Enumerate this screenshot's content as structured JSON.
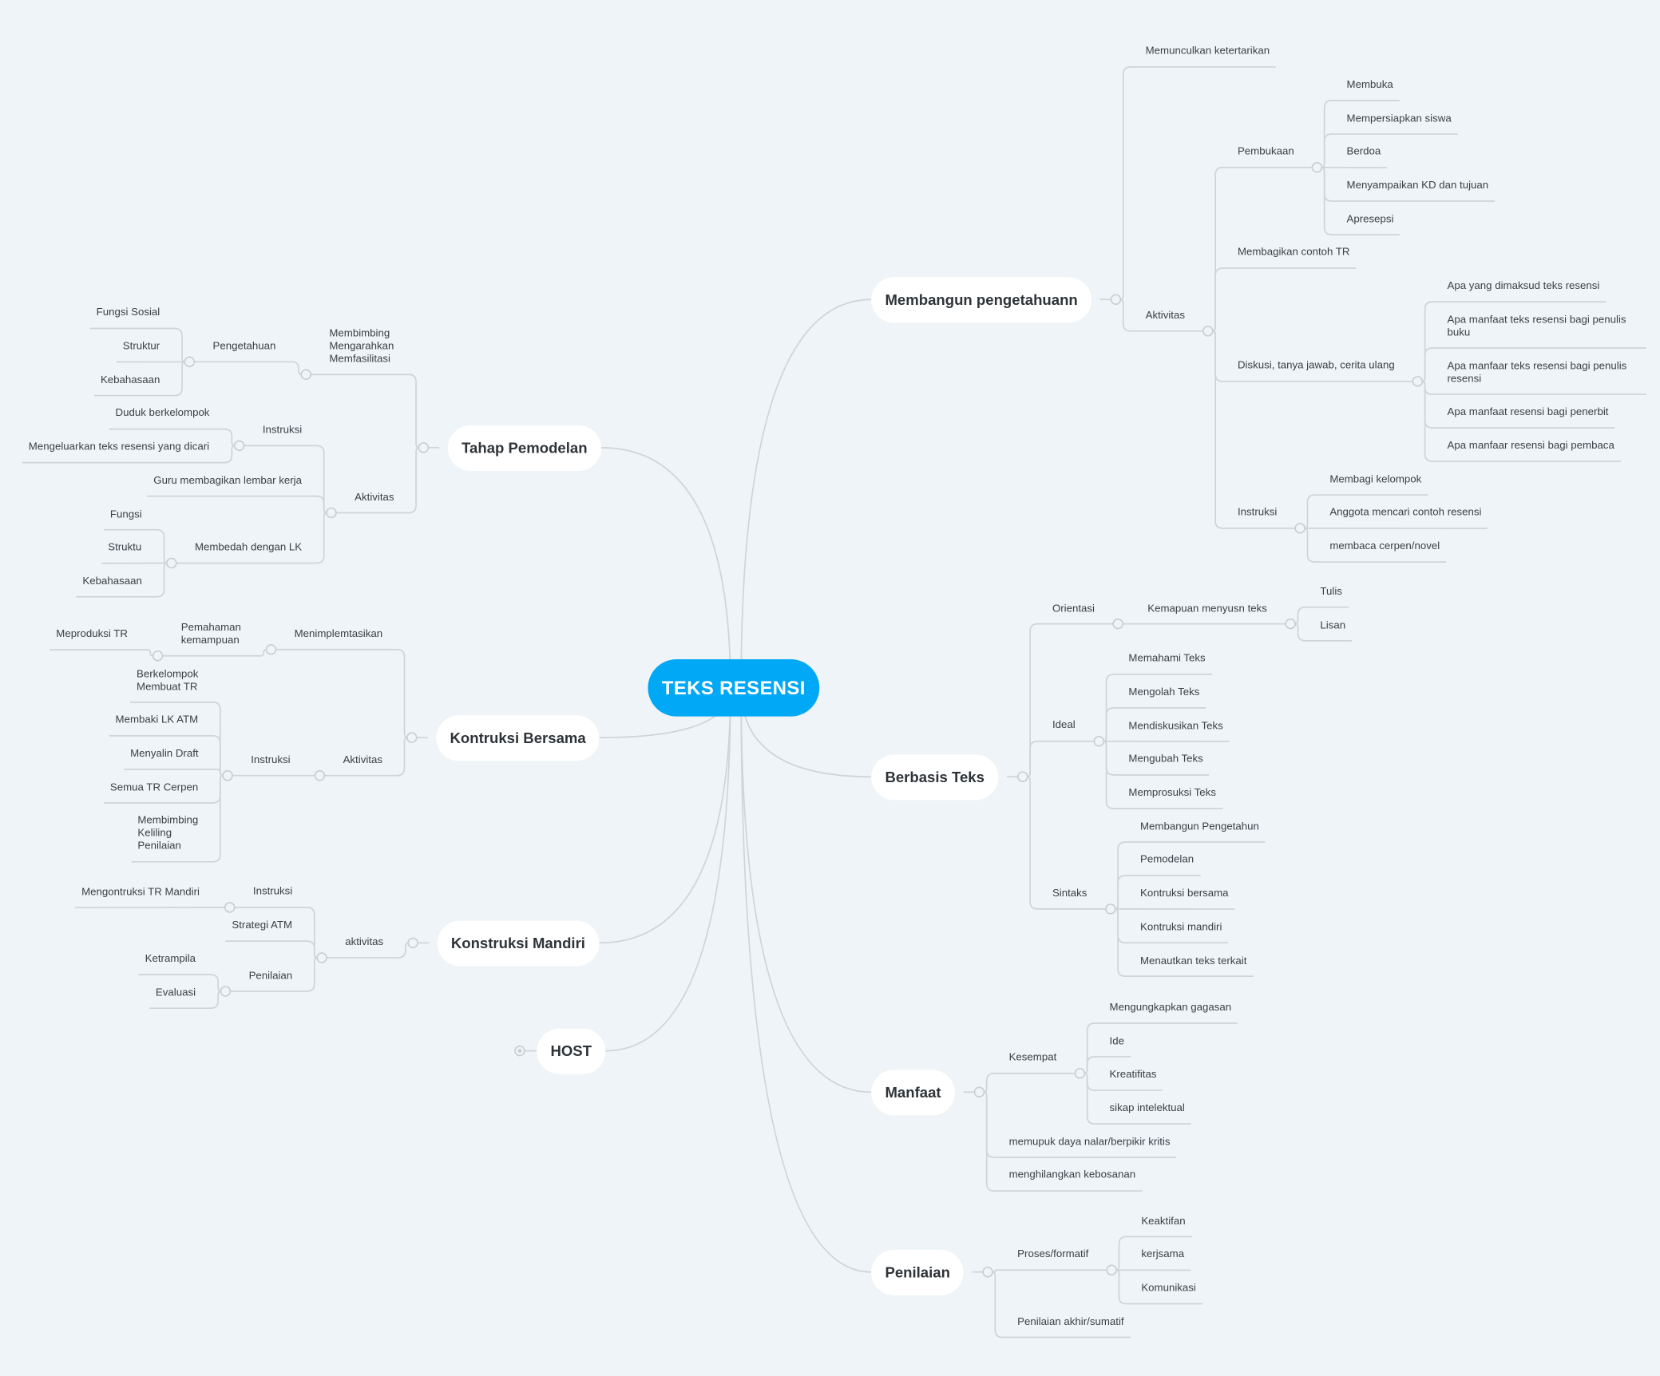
{
  "colors": {
    "background": "#eff4f8",
    "central": "#00a8f5",
    "line": "#d0d4d8",
    "topic_fill": "#ffffff"
  },
  "central_topic": {
    "label": "TEKS RESENSI"
  },
  "main_topics": [
    {
      "label": "Membangun pengetahuann",
      "children": [
        {
          "label": "Memunculkan ketertarikan"
        },
        {
          "label": "Aktivitas",
          "children": [
            {
              "label": "Pembukaan",
              "children": [
                {
                  "label": "Membuka"
                },
                {
                  "label": "Mempersiapkan siswa"
                },
                {
                  "label": "Berdoa"
                },
                {
                  "label": "Menyampaikan KD dan tujuan"
                },
                {
                  "label": "Apresepsi"
                }
              ]
            },
            {
              "label": "Membagikan contoh TR"
            },
            {
              "label": "Diskusi, tanya jawab, cerita ulang",
              "children": [
                {
                  "label": "Apa yang dimaksud teks resensi"
                },
                {
                  "label": "Apa manfaat teks resensi bagi penulis buku"
                },
                {
                  "label": "Apa manfaar teks resensi bagi penulis resensi"
                },
                {
                  "label": "Apa manfaat resensi bagi penerbit"
                },
                {
                  "label": "Apa manfaar resensi bagi pembaca"
                }
              ]
            },
            {
              "label": "Instruksi",
              "children": [
                {
                  "label": "Membagi kelompok"
                },
                {
                  "label": "Anggota mencari contoh resensi"
                },
                {
                  "label": "membaca cerpen/novel"
                }
              ]
            }
          ]
        }
      ]
    },
    {
      "label": "Berbasis Teks",
      "children": [
        {
          "label": "Orientasi",
          "children": [
            {
              "label": "Kemapuan menyusn teks",
              "children": [
                {
                  "label": "Tulis"
                },
                {
                  "label": "Lisan"
                }
              ]
            }
          ]
        },
        {
          "label": "Ideal",
          "children": [
            {
              "label": "Memahami Teks"
            },
            {
              "label": "Mengolah Teks"
            },
            {
              "label": "Mendiskusikan Teks"
            },
            {
              "label": "Mengubah Teks"
            },
            {
              "label": "Memprosuksi Teks"
            }
          ]
        },
        {
          "label": "Sintaks",
          "children": [
            {
              "label": "Membangun Pengetahun"
            },
            {
              "label": "Pemodelan"
            },
            {
              "label": "Kontruksi bersama"
            },
            {
              "label": "Kontruksi mandiri"
            },
            {
              "label": "Menautkan teks terkait"
            }
          ]
        }
      ]
    },
    {
      "label": "Manfaat",
      "children": [
        {
          "label": "Kesempat",
          "children": [
            {
              "label": "Mengungkapkan gagasan"
            },
            {
              "label": "Ide"
            },
            {
              "label": "Kreatifitas"
            },
            {
              "label": "sikap intelektual"
            }
          ]
        },
        {
          "label": "memupuk daya nalar/berpikir kritis"
        },
        {
          "label": "menghilangkan kebosanan"
        }
      ]
    },
    {
      "label": "Penilaian",
      "children": [
        {
          "label": "Proses/formatif",
          "children": [
            {
              "label": "Keaktifan"
            },
            {
              "label": "kerjsama"
            },
            {
              "label": "Komunikasi"
            }
          ]
        },
        {
          "label": "Penilaian akhir/sumatif"
        }
      ]
    },
    {
      "label": "Tahap Pemodelan",
      "children": [
        {
          "label": "Membimbing\nMengarahkan\nMemfasilitasi",
          "children": [
            {
              "label": "Pengetahuan",
              "children": [
                {
                  "label": "Fungsi Sosial"
                },
                {
                  "label": "Struktur"
                },
                {
                  "label": "Kebahasaan"
                }
              ]
            }
          ]
        },
        {
          "label": "Aktivitas",
          "children": [
            {
              "label": "Instruksi",
              "children": [
                {
                  "label": "Duduk berkelompok"
                },
                {
                  "label": "Mengeluarkan teks resensi yang dicari"
                }
              ]
            },
            {
              "label": "Guru membagikan lembar kerja"
            },
            {
              "label": "Membedah dengan LK",
              "children": [
                {
                  "label": "Fungsi"
                },
                {
                  "label": "Struktu"
                },
                {
                  "label": "Kebahasaan"
                }
              ]
            }
          ]
        }
      ]
    },
    {
      "label": "Kontruksi Bersama",
      "children": [
        {
          "label": "Menimplemtasikan",
          "children": [
            {
              "label": "Pemahaman\nkemampuan",
              "children": [
                {
                  "label": "Meproduksi TR"
                }
              ]
            }
          ]
        },
        {
          "label": "Aktivitas",
          "children": [
            {
              "label": "Instruksi",
              "children": [
                {
                  "label": "Berkelompok\nMembuat TR"
                },
                {
                  "label": "Membaki LK ATM"
                },
                {
                  "label": "Menyalin Draft"
                },
                {
                  "label": "Semua TR Cerpen"
                },
                {
                  "label": "Membimbing\nKeliling\nPenilaian"
                }
              ]
            }
          ]
        }
      ]
    },
    {
      "label": "Konstruksi Mandiri",
      "children": [
        {
          "label": "aktivitas",
          "children": [
            {
              "label": "Instruksi",
              "children": [
                {
                  "label": "Mengontruksi TR Mandiri"
                }
              ]
            },
            {
              "label": "Strategi ATM"
            },
            {
              "label": "Penilaian",
              "children": [
                {
                  "label": "Ketrampila"
                },
                {
                  "label": "Evaluasi"
                }
              ]
            }
          ]
        }
      ]
    },
    {
      "label": "HOST",
      "collapsed": true
    }
  ]
}
